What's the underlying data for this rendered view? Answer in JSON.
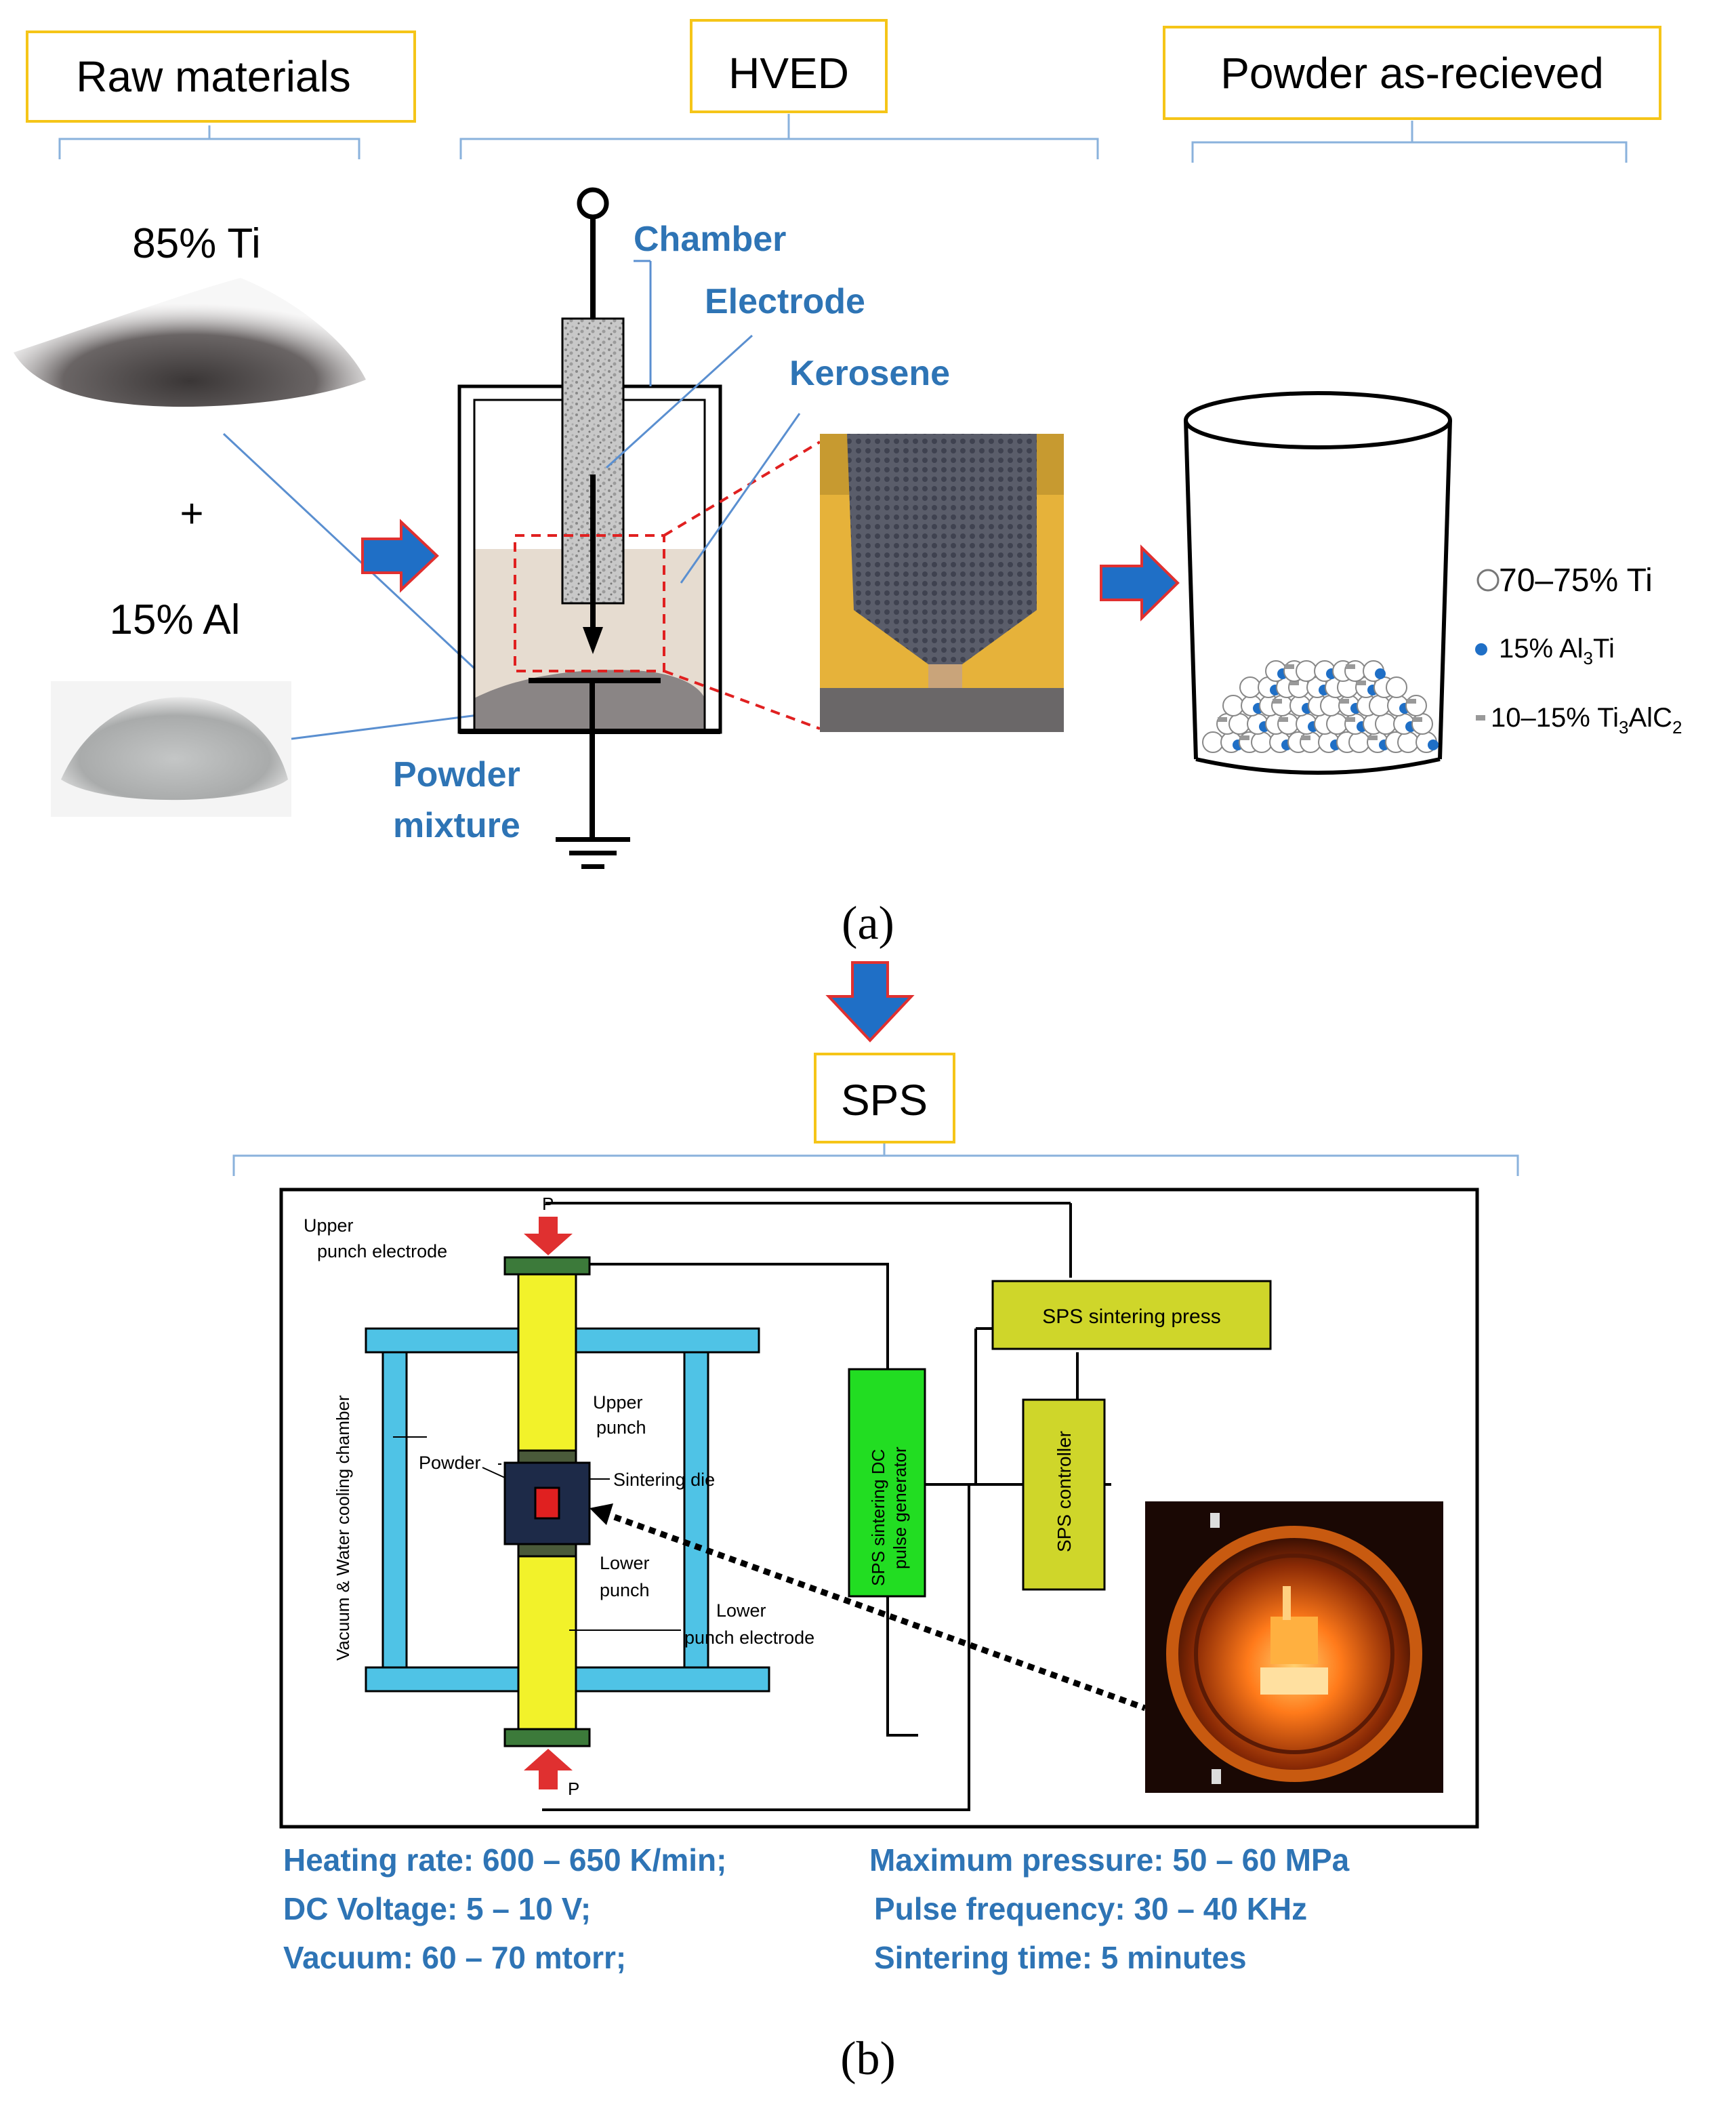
{
  "colors": {
    "label_blue": "#2e74b5",
    "box_gold": "#f5c518",
    "arrow_blue": "#1f6fc6",
    "arrow_red": "#e03030",
    "cyan_frame": "#4fc3e6",
    "punch_yellow": "#f2f22a",
    "green_gen": "#22dd22",
    "olive": "#cfd62a",
    "kerosene": "#e6dcd0",
    "powder": "#8a8585"
  },
  "stage_titles": {
    "raw": "Raw materials",
    "hved": "HVED",
    "powder": "Powder as-recieved",
    "sps": "SPS"
  },
  "raw": {
    "ti_label": "85% Ti",
    "plus": "+",
    "al_label": "15% Al"
  },
  "hved": {
    "chamber": "Chamber",
    "electrode": "Electrode",
    "kerosene": "Kerosene",
    "powder_line1": "Powder",
    "powder_line2": "mixture"
  },
  "legend": {
    "ti": "70–75%  Ti",
    "al3ti_prefix": "15% Al",
    "al3ti_sub": "3",
    "al3ti_suffix": "Ti",
    "tialc_prefix": "10–15% Ti",
    "tialc_sub1": "3",
    "tialc_mid": "AlC",
    "tialc_sub2": "2"
  },
  "sps": {
    "p_top": "P",
    "p_bottom": "P",
    "upper_punch_electrode_1": "Upper",
    "upper_punch_electrode_2": "punch electrode",
    "chamber_label": "Vacuum & Water cooling chamber",
    "upper_punch_1": "Upper",
    "upper_punch_2": "punch",
    "powder": "Powder",
    "sintering_die": "Sintering die",
    "lower_punch_1": "Lower",
    "lower_punch_2": "punch",
    "lower_punch_electrode_1": "Lower",
    "lower_punch_electrode_2": "punch electrode",
    "dc_generator_1": "SPS sintering DC",
    "dc_generator_2": "pulse generator",
    "press": "SPS sintering press",
    "controller": "SPS controller"
  },
  "params": {
    "left": [
      "Heating rate: 600 – 650 K/min;",
      "DC Voltage: 5 – 10 V;",
      "Vacuum: 60 – 70 mtorr;"
    ],
    "right": [
      "Maximum pressure: 50 – 60 MPa",
      "Pulse frequency: 30 – 40 KHz",
      "Sintering time: 5 minutes"
    ]
  },
  "captions": {
    "a": "(a)",
    "b": "(b)"
  }
}
